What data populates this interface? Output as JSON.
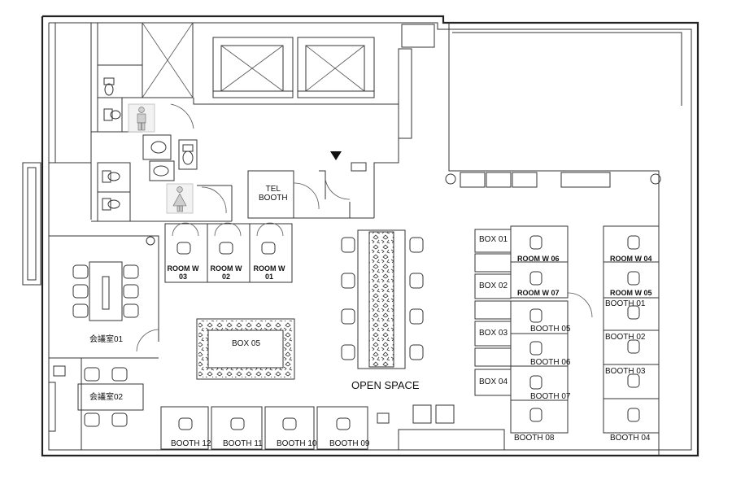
{
  "plan": {
    "open_space": "OPEN SPACE",
    "tel_booth": [
      "TEL",
      "BOOTH"
    ],
    "meeting_rooms": [
      "会議室01",
      "会議室02"
    ],
    "room_w_left": [
      [
        "ROOM W",
        "03"
      ],
      [
        "ROOM W",
        "02"
      ],
      [
        "ROOM W",
        "01"
      ]
    ],
    "box_center": "BOX 05",
    "boxes_right": [
      "BOX 01",
      "BOX 02",
      "BOX 03",
      "BOX 04"
    ],
    "rooms_mid": [
      "ROOM W 06",
      "ROOM W 07"
    ],
    "rooms_right": [
      "ROOM W 04",
      "ROOM W 05"
    ],
    "booths_mid": [
      "BOOTH 05",
      "BOOTH 06",
      "BOOTH 07",
      "BOOTH 08"
    ],
    "booths_right": [
      "BOOTH 01",
      "BOOTH 02",
      "BOOTH 03",
      "BOOTH 04"
    ],
    "booths_bottom": [
      "BOOTH 12",
      "BOOTH 11",
      "BOOTH 10",
      "BOOTH 09"
    ],
    "icons": [
      "elevator-icon",
      "mens-restroom-icon",
      "womens-restroom-icon",
      "entrance-arrow-icon",
      "door-swing-icon",
      "chair-icon",
      "table-icon",
      "toilet-icon",
      "planter-icon"
    ]
  }
}
